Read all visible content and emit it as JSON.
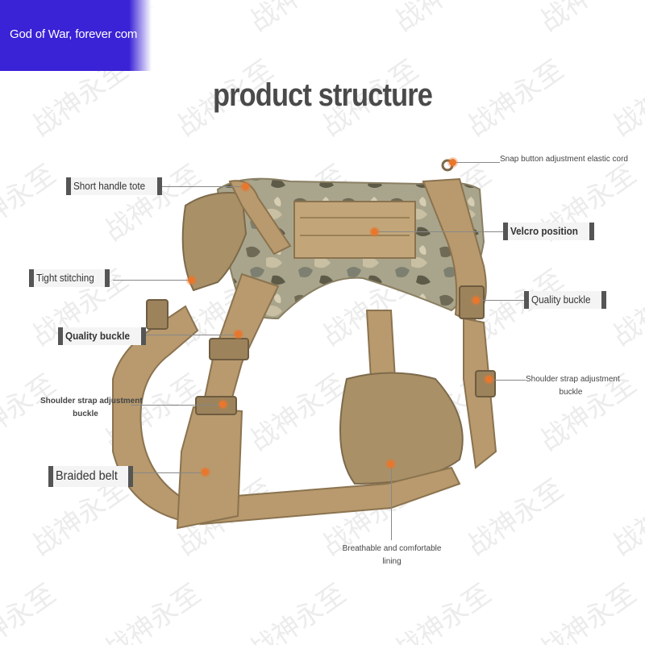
{
  "banner": {
    "text": "God of War, forever com"
  },
  "title": "product structure",
  "watermark": {
    "text": "战神永至",
    "color": "#d8d8d8"
  },
  "colors": {
    "banner": "#3a22d6",
    "accent_dot": "#e8772e",
    "strap": "#b89a6e",
    "camo_base": "#9c9a80"
  },
  "labels": {
    "snap_cord": "Snap button adjustment elastic cord",
    "short_handle": "Short handle tote",
    "velcro": "Velcro position",
    "tight_stitching": "Tight stitching",
    "quality_buckle_right": "Quality buckle",
    "quality_buckle_left": "Quality buckle",
    "shoulder_strap_right_1": "Shoulder strap adjustment",
    "shoulder_strap_right_2": "buckle",
    "shoulder_strap_left_1": "Shoulder strap adjustment",
    "shoulder_strap_left_2": "buckle",
    "braided_belt": "Braided belt",
    "lining_1": "Breathable and comfortable",
    "lining_2": "lining"
  }
}
